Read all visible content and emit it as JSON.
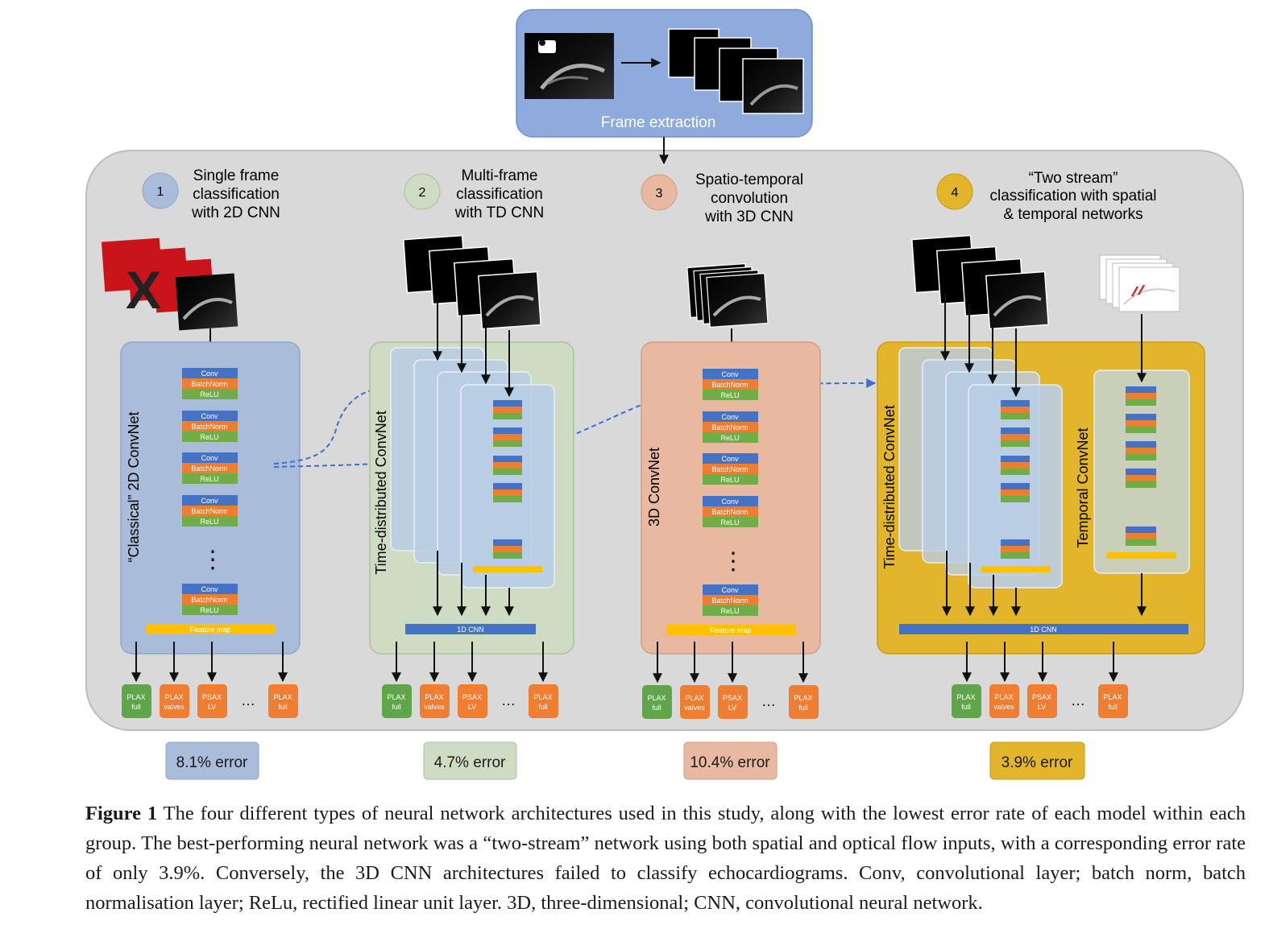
{
  "frame_extraction": {
    "label": "Frame extraction"
  },
  "panels": [
    {
      "number": "1",
      "title": [
        "Single frame",
        "classification",
        "with 2D CNN"
      ],
      "network_label": "“Classical” 2D ConvNet",
      "error": "8.1% error",
      "color": "#a9bddb"
    },
    {
      "number": "2",
      "title": [
        "Multi-frame",
        "classification",
        "with TD CNN"
      ],
      "network_label": "Time-distributed ConvNet",
      "error": "4.7% error",
      "color": "#cfdcc4"
    },
    {
      "number": "3",
      "title": [
        "Spatio-temporal",
        "convolution",
        "with 3D CNN"
      ],
      "network_label": "3D ConvNet",
      "error": "10.4% error",
      "color": "#e8b9a0"
    },
    {
      "number": "4",
      "title": [
        "“Two stream”",
        "classification with spatial",
        "& temporal networks"
      ],
      "network_label": "Time-distributed ConvNet",
      "network_label_2": "Temporal ConvNet",
      "error": "3.9% error",
      "color": "#e3b52b"
    }
  ],
  "layers": {
    "conv": "Conv",
    "batchnorm": "BatchNorm",
    "relu": "ReLU",
    "feature_map": "Feature map",
    "cnn1d": "1D CNN",
    "ellipsis": "⋮"
  },
  "outputs": [
    {
      "line1": "PLAX",
      "line2": "full",
      "color": "#5fa64a"
    },
    {
      "line1": "PLAX",
      "line2": "valves",
      "color": "#ef7d32"
    },
    {
      "line1": "PSAX",
      "line2": "LV",
      "color": "#ef7d32"
    },
    {
      "line1": "PLAX",
      "line2": "full",
      "color": "#ef7d32"
    }
  ],
  "outputs_ellipsis": "…",
  "colors": {
    "conv": "#4472c4",
    "batchnorm": "#ed7d31",
    "relu": "#70ad47",
    "feature_map": "#ffc000",
    "outer_box": "#d9d9d9",
    "frame_box": "#8faadc"
  },
  "caption": {
    "label": "Figure 1",
    "text": " The four different types of neural network architectures used in this study, along with the lowest error rate of each model within each group. The best-performing neural network was a “two-stream” network using both spatial and optical flow inputs, with a corresponding error rate of only 3.9%. Conversely, the 3D CNN architectures failed to classify echocardiograms. Conv, convolutional layer; batch norm, batch normalisation layer; ReLu, rectified linear unit layer. 3D, three-dimensional; CNN, convolutional neural network."
  }
}
